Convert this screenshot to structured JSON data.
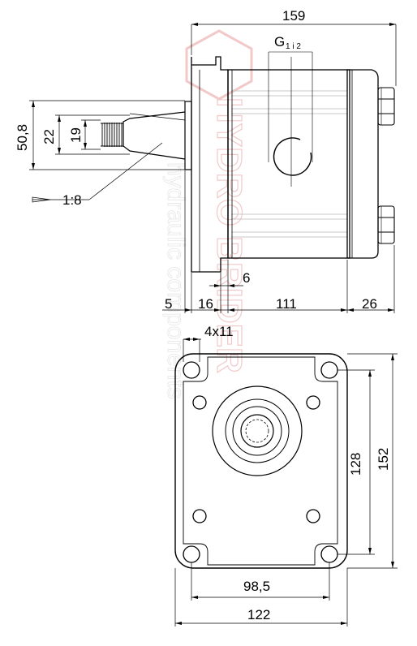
{
  "side_view": {
    "overall_length": "159",
    "port_label": "G",
    "port_sub": "1 i 2",
    "flange_height": "50,8",
    "shaft_diameter": "22",
    "shaft_minor": "19",
    "taper": "1:8",
    "seg_5": "5",
    "seg_16": "16",
    "seg_6": "6",
    "body_length": "111",
    "cover_length": "26"
  },
  "front_view": {
    "holes": "4x11",
    "inner_height": "128",
    "outer_height": "152",
    "inner_width": "98,5",
    "outer_width": "122"
  },
  "watermark": {
    "brand": "HYDRO BRIDER",
    "tagline": "hydraulic components"
  },
  "colors": {
    "line": "#000000",
    "shading": "#d9d9d9",
    "watermark": "#f2c9c9"
  }
}
